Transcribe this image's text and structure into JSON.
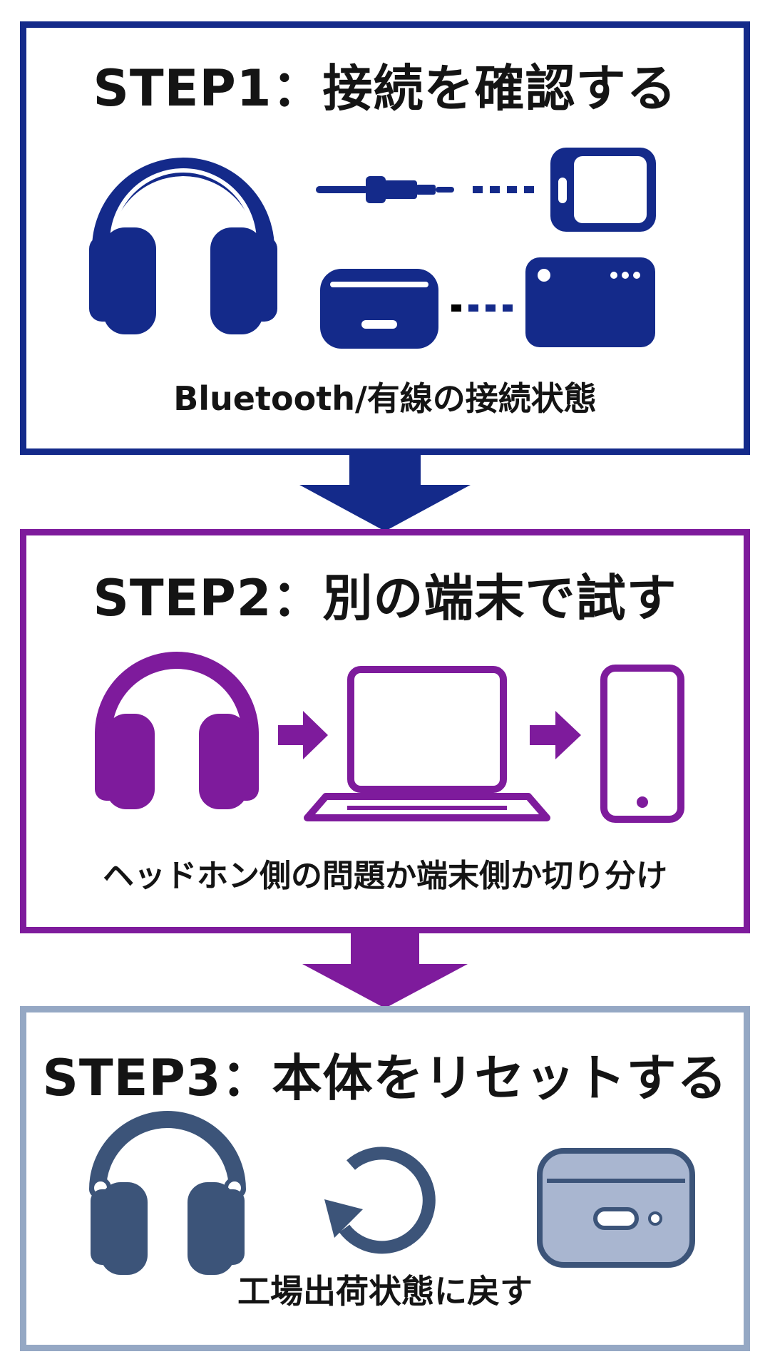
{
  "colors": {
    "step1": "#142a8a",
    "step2": "#7e1b9c",
    "step3": "#95a8c4",
    "step3_icon": "#3c5479",
    "step3_fill": "#a9b6d0"
  },
  "steps": [
    {
      "title": "STEP1：接続を確認する",
      "caption": "Bluetooth/有線の接続状態",
      "icons": [
        "headphones-icon",
        "audio-cable-icon",
        "tablet-device-icon",
        "earbuds-case-icon",
        "audio-device-icon"
      ]
    },
    {
      "title": "STEP2：別の端末で試す",
      "caption": "ヘッドホン側の問題か端末側か切り分け",
      "icons": [
        "headphones-icon",
        "arrow-right-icon",
        "laptop-icon",
        "arrow-right-icon",
        "smartphone-icon"
      ]
    },
    {
      "title": "STEP3：本体をリセットする",
      "caption": "工場出荷状態に戻す",
      "icons": [
        "headphones-icon",
        "reset-icon",
        "earbuds-case-icon"
      ]
    }
  ]
}
